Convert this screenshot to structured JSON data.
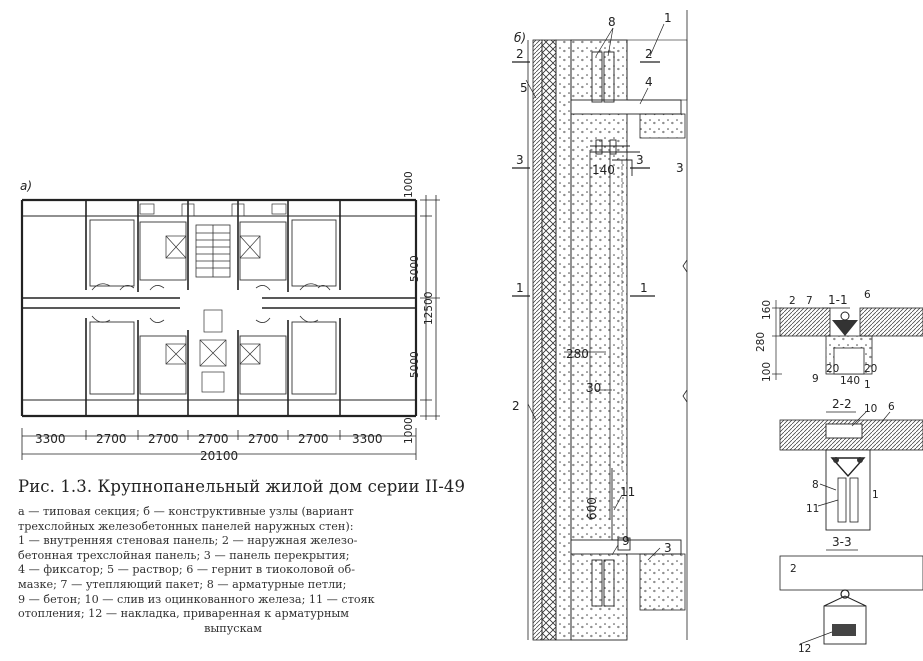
{
  "figure": {
    "caption_title": "Рис. 1.3. Крупнопанельный жилой дом серии II-49",
    "legend_lines": [
      "а — типовая секция; б — конструктивные узлы (вариант",
      "трехслойных железобетонных панелей наружных стен):",
      "1 — внутренняя стеновая панель; 2 — наружная железо-",
      "бетонная трехслойная панель; 3 — панель перекрытия;",
      "4 — фиксатор; 5 — раствор; 6 — гернит в тиоколовой об-",
      "мазке; 7 — утепляющий пакет; 8 — арматурные петли;",
      "9 — бетон; 10 — слив из оцинкованного железа; 11 — стояк",
      "отопления; 12 — накладка, приваренная к арматурным"
    ],
    "legend_last": "выпускам"
  },
  "plan": {
    "label": "а)",
    "bottom_dims": [
      "3300",
      "2700",
      "2700",
      "2700",
      "2700",
      "2700",
      "3300"
    ],
    "total_width": "20100",
    "right_dims": [
      "1000",
      "5000",
      "5000",
      "1000"
    ],
    "total_depth": "12500"
  },
  "section": {
    "label": "б)",
    "markers": {
      "m8": "8",
      "m1top": "1",
      "m2a": "2",
      "m2b": "2",
      "m5": "5",
      "m4": "4",
      "m3a": "3",
      "m3b": "3",
      "m3c": "3",
      "m140": "140",
      "m1a": "1",
      "m1b": "1",
      "m280": "280",
      "m30": "30",
      "m2side": "2",
      "m11": "11",
      "m600": "600",
      "m9": "9",
      "m3d": "3"
    }
  },
  "details": {
    "d11": {
      "title": "1-1",
      "n2": "2",
      "n7": "7",
      "n6": "6",
      "d160": "160",
      "d280": "280",
      "d100": "100",
      "n9": "9",
      "d20a": "20",
      "d140": "140",
      "d20b": "20",
      "n1": "1"
    },
    "d22": {
      "title": "2-2",
      "n10": "10",
      "n6": "6",
      "n8": "8",
      "n11": "11",
      "n1": "1"
    },
    "d33": {
      "title": "3-3",
      "n2": "2",
      "n12": "12"
    }
  }
}
